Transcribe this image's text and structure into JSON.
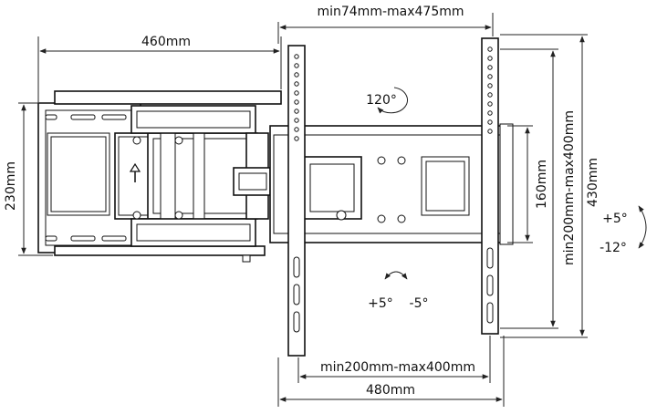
{
  "labels": {
    "wall_plate_width": "460mm",
    "wall_plate_height": "230mm",
    "vesa_horizontal_top": "min74mm-max475mm",
    "vesa_horizontal_bottom": "min200mm-max400mm",
    "bracket_width": "480mm",
    "rotation": "120°",
    "swivel_plus": "+5°",
    "swivel_minus": "-5°",
    "center_height": "160mm",
    "vesa_vertical": "min200mm-max400mm",
    "total_height": "430mm",
    "tilt_up": "+5°",
    "tilt_down": "-12°"
  },
  "icons": {
    "rotation": "rotation-arc-icon",
    "swivel": "swivel-arc-icon",
    "tilt": "tilt-arc-icon",
    "direction": "up-arrow-icon"
  }
}
